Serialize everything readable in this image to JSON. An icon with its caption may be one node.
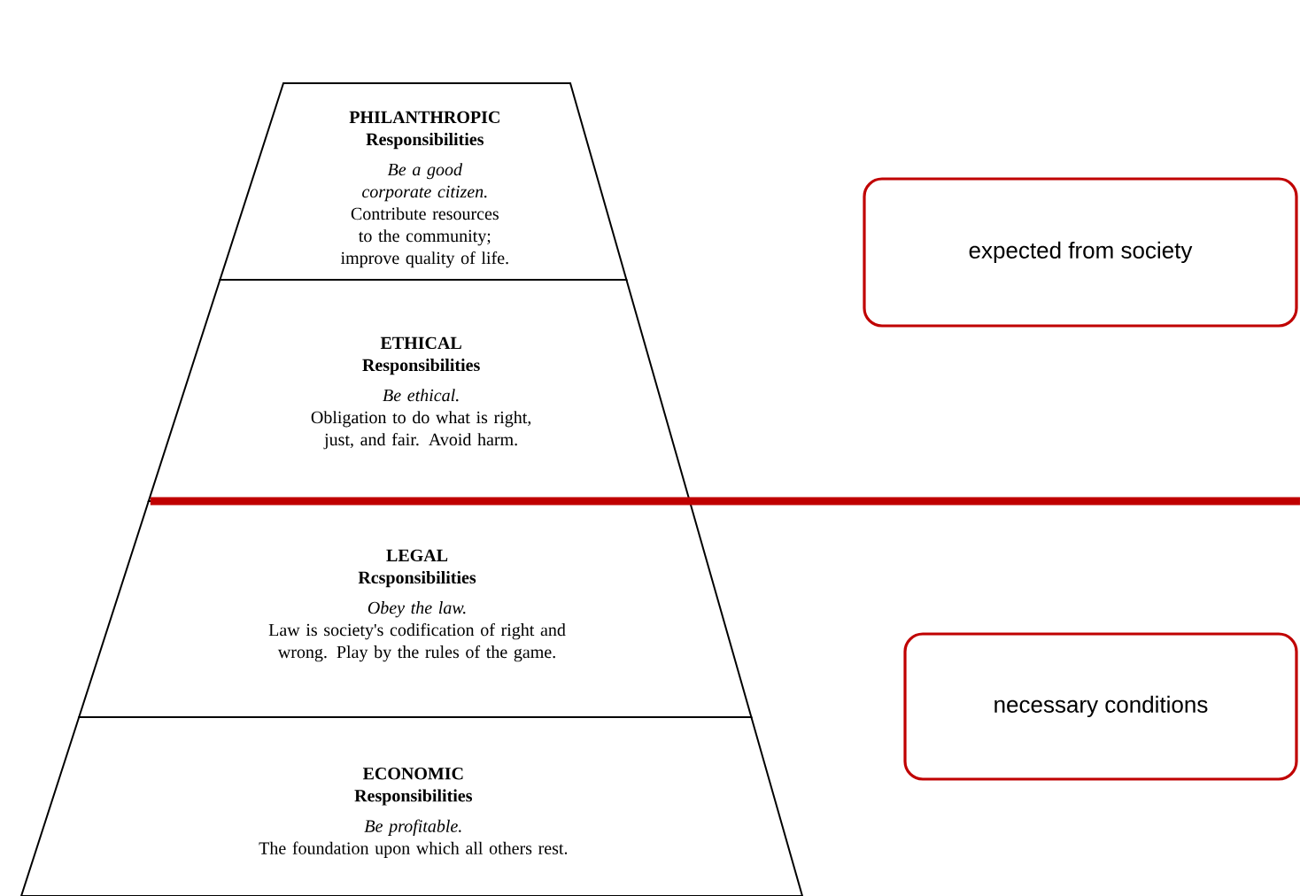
{
  "diagram": {
    "nodes": [
      {
        "text": [
          "PHILANTHROPIC Responsibilities",
          "Be a good corporate citizen.",
          "Contribute resources to the community; improve quality of life."
        ]
      },
      {
        "text": [
          "ETHICAL Responsibilities",
          "Be ethical.",
          "Obligation to do what is right, just, and fair. Avoid harm."
        ]
      },
      {
        "text": [
          "LEGAL Rcsponsibilities",
          "Obey the law.",
          "Law is society's codification of right and wrong. Play by the rules of the game."
        ]
      },
      {
        "text": [
          "ECONOMIC Responsibilities",
          "Be profitable.",
          "The foundation upon which all others rest."
        ]
      },
      {
        "text": [
          "expected from society"
        ]
      },
      {
        "text": [
          "necessary conditions"
        ]
      }
    ]
  }
}
